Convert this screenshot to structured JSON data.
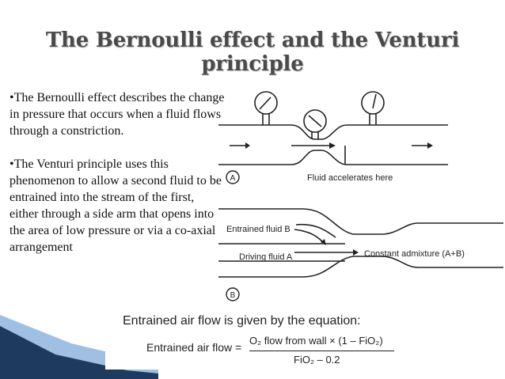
{
  "slide": {
    "title": "The Bernoulli effect and the Venturi principle",
    "bullets": [
      "•The Bernoulli effect describes the change in pressure that occurs when a fluid flows through a constriction.",
      "•The Venturi principle uses this phenomenon to allow a second fluid to be entrained into the stream of the first, either through a side arm that opens into the area of low pressure or via a co-axial arrangement"
    ]
  },
  "diagram_a": {
    "panel_label": "A",
    "caption": "Fluid accelerates here"
  },
  "diagram_b": {
    "panel_label": "B",
    "entrained_label": "Entrained fluid B",
    "driving_label": "Driving fluid A",
    "output_label": "Constant admixture (A+B)"
  },
  "equation": {
    "intro": "Entrained air flow is given by the equation:",
    "lhs": "Entrained air flow =",
    "numerator": "O₂ flow from wall × (1 – FiO₂)",
    "denominator": "FiO₂ – 0.2"
  },
  "colors": {
    "title": "#4a4a4a",
    "accent_blue": "#1f3a5f",
    "accent_light_blue": "#8fb3d9",
    "line": "#222222"
  }
}
